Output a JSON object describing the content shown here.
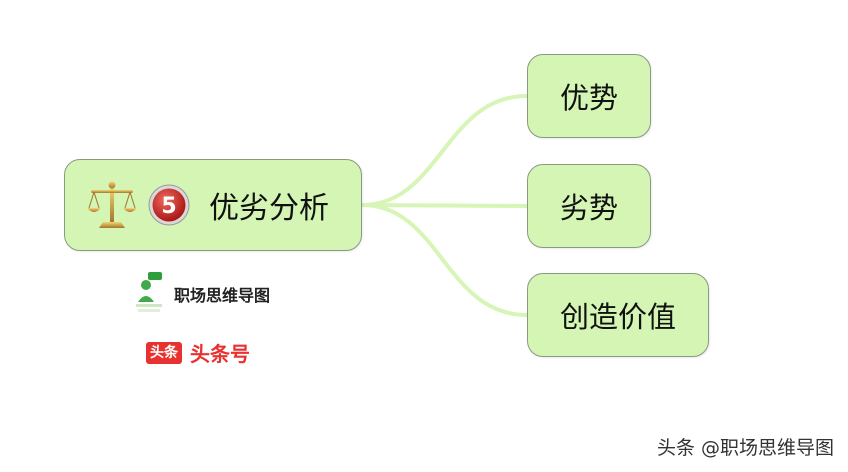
{
  "central": {
    "label": "优劣分析",
    "badge_number": "5",
    "icon": "balance-scale-icon"
  },
  "branches": [
    {
      "label": "优势"
    },
    {
      "label": "劣势"
    },
    {
      "label": "创造价值"
    }
  ],
  "brand": {
    "name": "职场思维导图",
    "platform": "头条号",
    "platform_badge": "头条"
  },
  "watermark": "头条 @职场思维导图",
  "colors": {
    "node_fill": "#d4f5b4",
    "node_border": "#8a9a80",
    "connector": "#d6f5b6",
    "badge_red": "#c8201e",
    "platform_red": "#e8322f"
  }
}
